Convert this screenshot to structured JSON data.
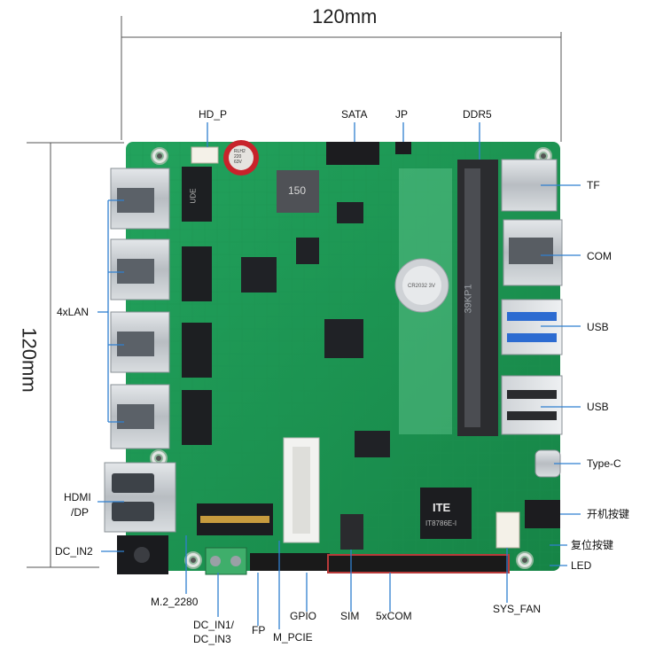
{
  "dimensions": {
    "width": "120mm",
    "height": "120mm"
  },
  "labels": {
    "hd_p": "HD_P",
    "sata": "SATA",
    "jp": "JP",
    "ddr5": "DDR5",
    "tf": "TF",
    "com": "COM",
    "usb_top": "USB",
    "usb_bottom": "USB",
    "type_c": "Type-C",
    "power_button": "开机按键",
    "reset_button": "复位按键",
    "led": "LED",
    "lan": "4xLAN",
    "hdmi": "HDMI",
    "dp": "/DP",
    "dc_in2": "DC_IN2",
    "m2": "M.2_2280",
    "dc_in1": "DC_IN1/",
    "dc_in3": "DC_IN3",
    "fp": "FP",
    "gpio": "GPIO",
    "m_pcie": "M_PCIE",
    "sim": "SIM",
    "com5": "5xCOM",
    "sys_fan": "SYS_FAN"
  },
  "board_markings": {
    "chip_brand": "ITE",
    "chip_code": "IT8786E-I",
    "dimm_code": "39KP1",
    "inductor": "150",
    "cap": "RLH2 220 63V",
    "battery": "CR2032 3V",
    "lan_chip": "UDE"
  },
  "colors": {
    "pcb": "#1f9a57",
    "pcb_dark": "#147a42",
    "metal": "#c9ced3",
    "line": "#4a9ad9"
  }
}
